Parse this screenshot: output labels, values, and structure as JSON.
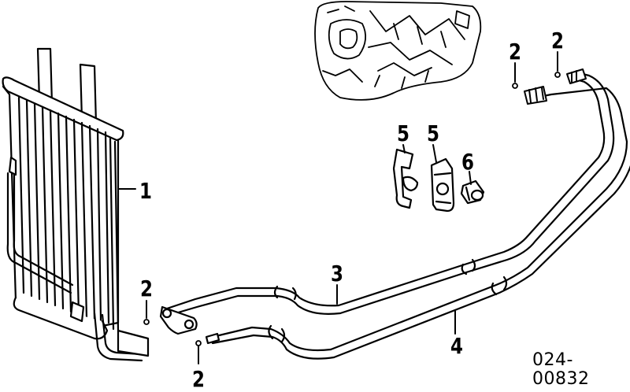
{
  "diagram": {
    "reference_code": "024-00832",
    "callouts": {
      "cooler": "1",
      "clip_upper_left": "2",
      "clip_upper_right": "2",
      "clip_lower_near": "2",
      "clip_lower_bottom": "2",
      "line_upper": "3",
      "line_lower": "4",
      "bracket_left": "5",
      "bracket_right": "5",
      "fitting": "6"
    }
  }
}
